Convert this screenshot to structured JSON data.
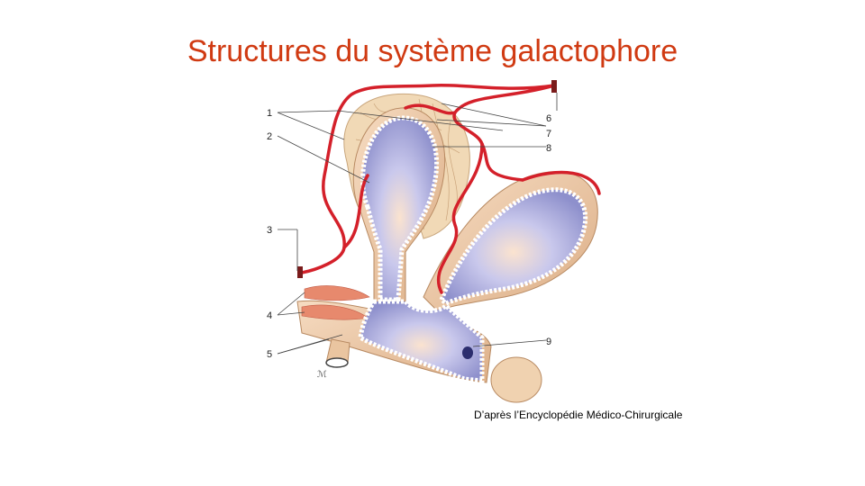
{
  "title": "Structures du système galactophore",
  "credit": "D’après l’Encyclopédie Médico-Chirurgicale",
  "labels": [
    "1",
    "2",
    "3",
    "4",
    "5",
    "6",
    "7",
    "8",
    "9"
  ],
  "colors": {
    "title": "#d03a12",
    "vessel": "#d4202a",
    "tissue": "#efc9a4",
    "lumen": "#b9bde6",
    "epithelium": "#ffffff"
  }
}
